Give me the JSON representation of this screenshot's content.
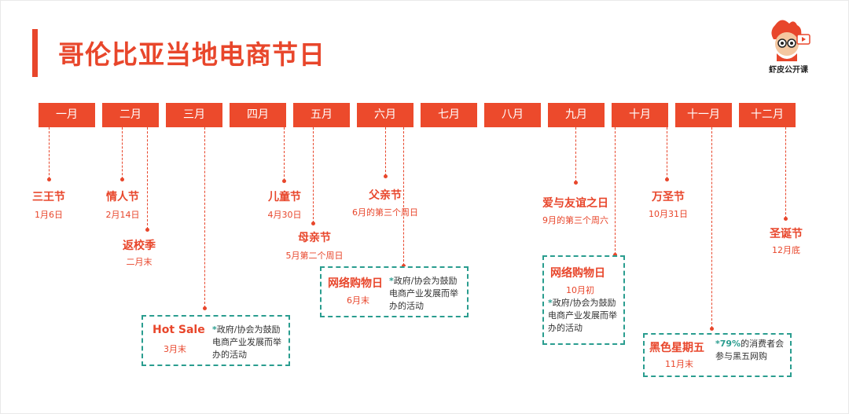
{
  "header": {
    "title": "哥伦比亚当地电商节日"
  },
  "logo": {
    "text": "虾皮公开课"
  },
  "months": [
    "一月",
    "二月",
    "三月",
    "四月",
    "五月",
    "六月",
    "七月",
    "八月",
    "九月",
    "十月",
    "十一月",
    "十二月"
  ],
  "events": {
    "sanwang": {
      "name": "三王节",
      "date": "1月6日"
    },
    "valentine": {
      "name": "情人节",
      "date": "2月14日"
    },
    "backtoschool": {
      "name": "返校季",
      "date": "二月末"
    },
    "children": {
      "name": "儿童节",
      "date": "4月30日"
    },
    "mother": {
      "name": "母亲节",
      "date": "5月第二个周日"
    },
    "father": {
      "name": "父亲节",
      "date": "6月的第三个周日"
    },
    "friendship": {
      "name": "爱与友谊之日",
      "date": "9月的第三个周六"
    },
    "halloween": {
      "name": "万圣节",
      "date": "10月31日"
    },
    "christmas": {
      "name": "圣诞节",
      "date": "12月底"
    }
  },
  "boxes": {
    "hotsale": {
      "name": "Hot Sale",
      "date": "3月末",
      "star": "*",
      "note": "政府/协会为鼓励电商产业发展而举办的活动"
    },
    "cyber_june": {
      "name": "网络购物日",
      "date": "6月末",
      "star": "*",
      "note": "政府/协会为鼓励电商产业发展而举办的活动"
    },
    "cyber_oct": {
      "name": "网络购物日",
      "date": "10月初",
      "star": "*",
      "note": "政府/协会为鼓励电商产业发展而举办的活动"
    },
    "blackfriday": {
      "name": "黑色星期五",
      "date": "11月末",
      "star": "*",
      "highlight": "79%",
      "note": "的消费者会参与黑五网购"
    }
  },
  "colors": {
    "accent": "#e8462b",
    "month_bg": "#ec4a2c",
    "box_border": "#2a9d8f"
  }
}
